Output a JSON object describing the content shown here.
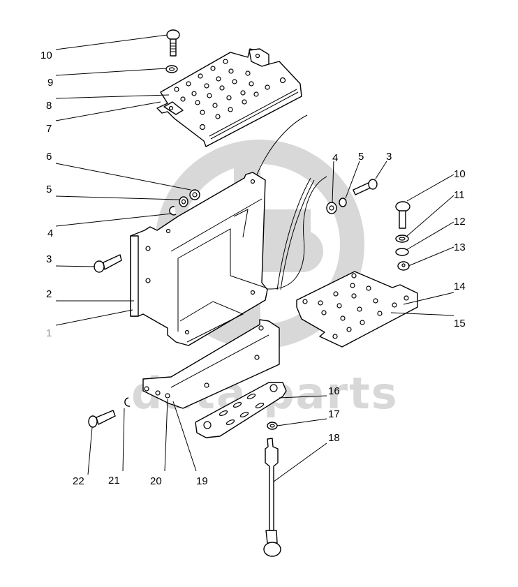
{
  "diagram": {
    "type": "exploded-parts-diagram",
    "subject": "Step / platform bracket assembly",
    "watermark": {
      "logo": "dp-logo",
      "text": "data parts",
      "color": "#d8d8d8"
    },
    "callouts": [
      {
        "id": "c10a",
        "number": "10",
        "part": "carriage-bolt"
      },
      {
        "id": "c9",
        "number": "9",
        "part": "washer"
      },
      {
        "id": "c8",
        "number": "8",
        "part": "step-plate-upper"
      },
      {
        "id": "c7",
        "number": "7",
        "part": "step-plate-upper-body"
      },
      {
        "id": "c6",
        "number": "6",
        "part": "nut"
      },
      {
        "id": "c5a",
        "number": "5",
        "part": "flat-washer"
      },
      {
        "id": "c4a",
        "number": "4",
        "part": "spring-washer"
      },
      {
        "id": "c3a",
        "number": "3",
        "part": "hex-bolt"
      },
      {
        "id": "c2",
        "number": "2",
        "part": "bracket-frame"
      },
      {
        "id": "c1",
        "number": "1",
        "part": "bracket-frame-assembly",
        "muted": true
      },
      {
        "id": "c4b",
        "number": "4",
        "part": "nut"
      },
      {
        "id": "c5b",
        "number": "5",
        "part": "spring-washer"
      },
      {
        "id": "c3b",
        "number": "3",
        "part": "hex-bolt"
      },
      {
        "id": "c10b",
        "number": "10",
        "part": "carriage-bolt"
      },
      {
        "id": "c11",
        "number": "11",
        "part": "flat-washer"
      },
      {
        "id": "c12",
        "number": "12",
        "part": "spring-washer"
      },
      {
        "id": "c13",
        "number": "13",
        "part": "nut"
      },
      {
        "id": "c14",
        "number": "14",
        "part": "step-plate-lower"
      },
      {
        "id": "c15",
        "number": "15",
        "part": "step-plate-lower-body"
      },
      {
        "id": "c16",
        "number": "16",
        "part": "step-tread"
      },
      {
        "id": "c17",
        "number": "17",
        "part": "washer"
      },
      {
        "id": "c18",
        "number": "18",
        "part": "support-rod"
      },
      {
        "id": "c19",
        "number": "19",
        "part": "step-arm"
      },
      {
        "id": "c20",
        "number": "20",
        "part": "step-arm-hole"
      },
      {
        "id": "c21",
        "number": "21",
        "part": "spring-washer"
      },
      {
        "id": "c22",
        "number": "22",
        "part": "hex-bolt"
      }
    ]
  }
}
